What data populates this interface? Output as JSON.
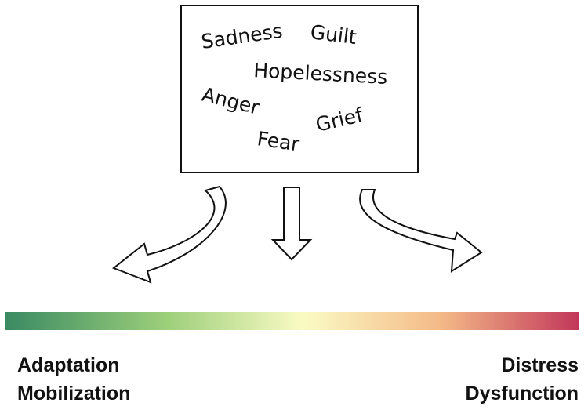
{
  "emotions": {
    "sadness": "Sadness",
    "guilt": "Guilt",
    "hopelessness": "Hopelessness",
    "anger": "Anger",
    "grief": "Grief",
    "fear": "Fear"
  },
  "spectrum": {
    "left_label_1": "Adaptation",
    "left_label_2": "Mobilization",
    "right_label_1": "Distress",
    "right_label_2": "Dysfunction",
    "colors": [
      "#3a8a63",
      "#9ccf7a",
      "#fbfbc4",
      "#f4b987",
      "#c2375a"
    ]
  },
  "arrows": {
    "left": "curved-arrow-left",
    "center": "arrow-down",
    "right": "curved-arrow-right"
  }
}
